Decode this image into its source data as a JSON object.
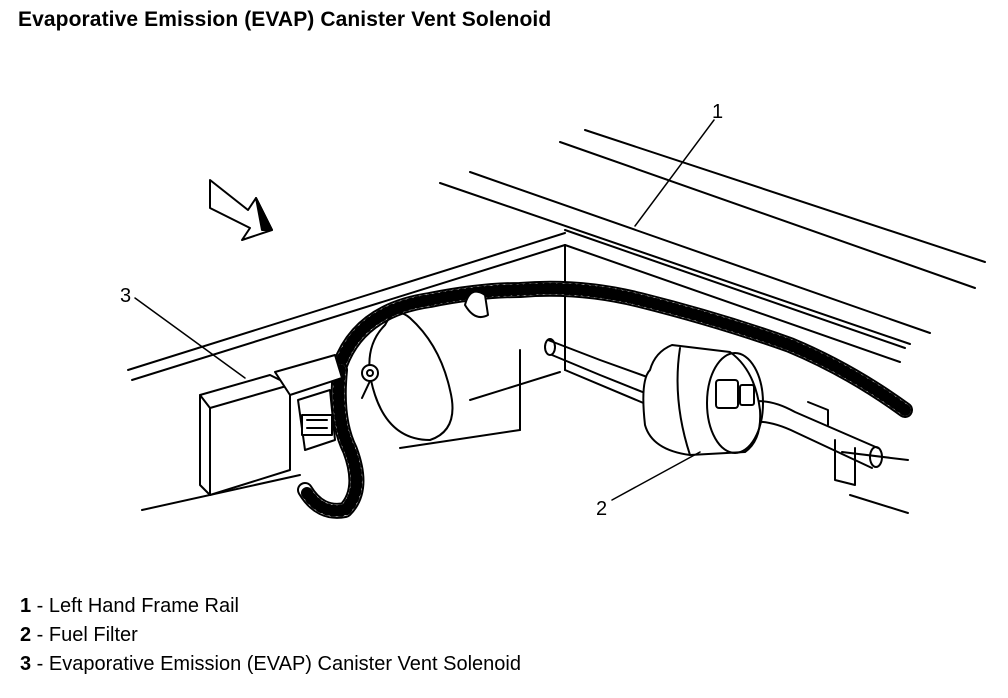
{
  "title": "Evaporative Emission (EVAP) Canister Vent Solenoid",
  "callouts": [
    "1",
    "2",
    "3"
  ],
  "legend": [
    {
      "number": "1",
      "separator": " - ",
      "label": "Left Hand Frame Rail"
    },
    {
      "number": "2",
      "separator": " - ",
      "label": "Fuel Filter"
    },
    {
      "number": "3",
      "separator": " - ",
      "label": "Evaporative Emission (EVAP) Canister Vent Solenoid"
    }
  ]
}
